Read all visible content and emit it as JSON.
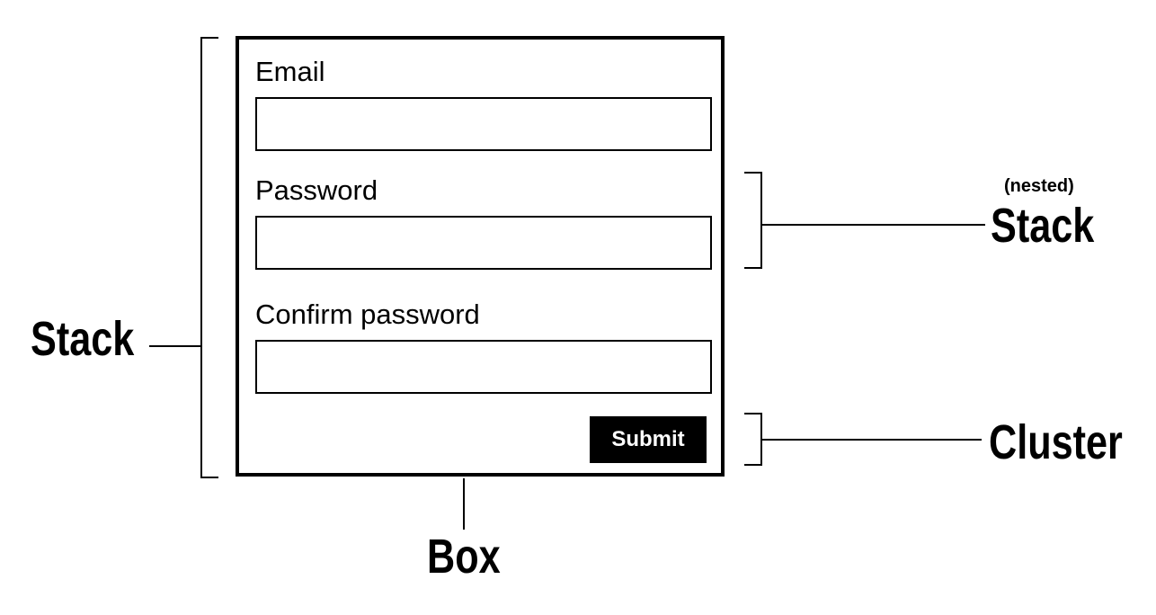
{
  "form": {
    "email_label": "Email",
    "email_value": "",
    "password_label": "Password",
    "password_value": "",
    "confirm_label": "Confirm password",
    "confirm_value": "",
    "submit_label": "Submit"
  },
  "annotations": {
    "stack_outer": "Stack",
    "stack_nested_qualifier": "(nested)",
    "stack_nested": "Stack",
    "cluster": "Cluster",
    "box": "Box"
  },
  "colors": {
    "ink": "#000000",
    "background": "#ffffff"
  }
}
